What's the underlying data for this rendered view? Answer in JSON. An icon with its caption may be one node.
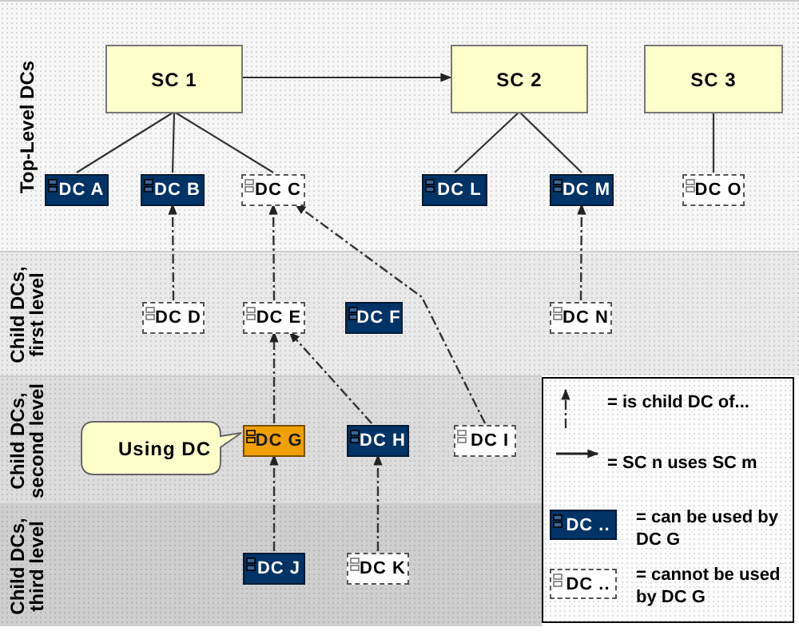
{
  "diagram": {
    "nodes": [
      {
        "text": [
          "Top-Level DCs"
        ]
      },
      {
        "text": [
          "Child DCs, first level"
        ]
      },
      {
        "text": [
          "Child DCs, second level"
        ]
      },
      {
        "text": [
          "Child DCs, third level"
        ]
      },
      {
        "text": [
          "SC 1"
        ],
        "in": 0
      },
      {
        "text": [
          "SC 2"
        ],
        "in": 0
      },
      {
        "text": [
          "SC 3"
        ],
        "in": 0
      },
      {
        "text": [
          "DC A"
        ],
        "in": 0
      },
      {
        "text": [
          "DC B"
        ],
        "in": 0
      },
      {
        "text": [
          "DC C"
        ],
        "in": 0
      },
      {
        "text": [
          "DC L"
        ],
        "in": 0
      },
      {
        "text": [
          "DC M"
        ],
        "in": 0
      },
      {
        "text": [
          "DC O"
        ],
        "in": 0
      },
      {
        "text": [
          "DC D"
        ],
        "in": 1
      },
      {
        "text": [
          "DC E"
        ],
        "in": 1
      },
      {
        "text": [
          "DC F"
        ],
        "in": 1
      },
      {
        "text": [
          "DC N"
        ],
        "in": 1
      },
      {
        "text": [
          "Using DC"
        ],
        "in": 2
      },
      {
        "text": [
          "DC G"
        ],
        "in": 2
      },
      {
        "text": [
          "DC H"
        ],
        "in": 2
      },
      {
        "text": [
          "DC I"
        ],
        "in": 2
      },
      {
        "text": [
          "DC J"
        ],
        "in": 3
      },
      {
        "text": [
          "DC K"
        ],
        "in": 3
      },
      {
        "text": [
          "DC .."
        ]
      },
      {
        "text": [
          "DC .."
        ]
      }
    ],
    "edges": [
      {
        "from": 4,
        "to": 5,
        "arrow": "to"
      },
      {
        "from": 4,
        "to": 7,
        "arrow": "none"
      },
      {
        "from": 4,
        "to": 8,
        "arrow": "none"
      },
      {
        "from": 4,
        "to": 9,
        "arrow": "none"
      },
      {
        "from": 5,
        "to": 10,
        "arrow": "none"
      },
      {
        "from": 5,
        "to": 11,
        "arrow": "none"
      },
      {
        "from": 6,
        "to": 12,
        "arrow": "none"
      },
      {
        "from": 13,
        "to": 8,
        "arrow": "to",
        "style": "dashed"
      },
      {
        "from": 14,
        "to": 9,
        "arrow": "to",
        "style": "dashed"
      },
      {
        "from": 20,
        "to": 9,
        "arrow": "to",
        "style": "dashed"
      },
      {
        "from": 16,
        "to": 11,
        "arrow": "to",
        "style": "dashed"
      },
      {
        "from": 18,
        "to": 14,
        "arrow": "to",
        "style": "dashed"
      },
      {
        "from": 19,
        "to": 14,
        "arrow": "to",
        "style": "dashed"
      },
      {
        "from": 21,
        "to": 18,
        "arrow": "to",
        "style": "dashed"
      },
      {
        "from": 22,
        "to": 19,
        "arrow": "to",
        "style": "dashed"
      }
    ],
    "legend": [
      {
        "text": "= is child DC of..."
      },
      {
        "text": "= SC n uses SC m"
      },
      {
        "text": "= can be used by DC G"
      },
      {
        "text": "= cannot be used by DC G"
      }
    ]
  }
}
